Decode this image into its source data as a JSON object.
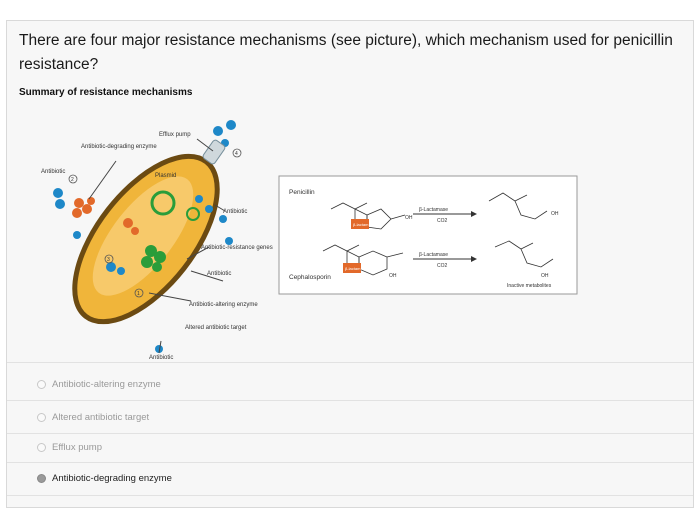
{
  "question": {
    "text": "There are four major resistance mechanisms (see picture), which mechanism used for penicillin resistance?"
  },
  "figure": {
    "title": "Summary of resistance mechanisms",
    "labels": {
      "efflux_pump": "Efflux pump",
      "degrading_enzyme": "Antibiotic-degrading enzyme",
      "antibiotic_left": "Antibiotic",
      "plasmid": "Plasmid",
      "antibiotic_right": "Antibiotic",
      "resistance_genes": "Antibiotic-resistance genes",
      "antibiotic_mid": "Antibiotic",
      "altering_enzyme": "Antibiotic-altering enzyme",
      "altered_target": "Altered antibiotic target",
      "antibiotic_bottom": "Antibiotic",
      "num_2": "2",
      "num_3": "3",
      "num_4": "4",
      "num_1": "1"
    },
    "chem": {
      "penicillin": "Penicillin",
      "cephalosporin": "Cephalosporin",
      "beta_lactamase_1": "β-Lactamase",
      "beta_lactamase_2": "β-Lactamase",
      "co2_1": "CO2",
      "co2_2": "CO2",
      "ring_1": "β-lactam ring",
      "ring_2": "β-lactam ring",
      "oh_1": "OH",
      "oh_2": "OH",
      "oh_3": "OH",
      "oh_4": "OH",
      "inactive": "Inactive metabolites"
    }
  },
  "options": [
    {
      "label": "Antibiotic-altering enzyme",
      "selected": false
    },
    {
      "label": "Altered antibiotic target",
      "selected": false
    },
    {
      "label": "Efflux pump",
      "selected": false
    },
    {
      "label": "Antibiotic-degrading enzyme",
      "selected": true
    }
  ],
  "colors": {
    "cell_fill": "#f0b53a",
    "cell_border": "#6b4a12",
    "antibiotic_blue": "#1e88c8",
    "plasmid_green": "#2a9d3a",
    "enzyme_orange": "#e2692a",
    "selected_radio": "#9a9a9a"
  }
}
